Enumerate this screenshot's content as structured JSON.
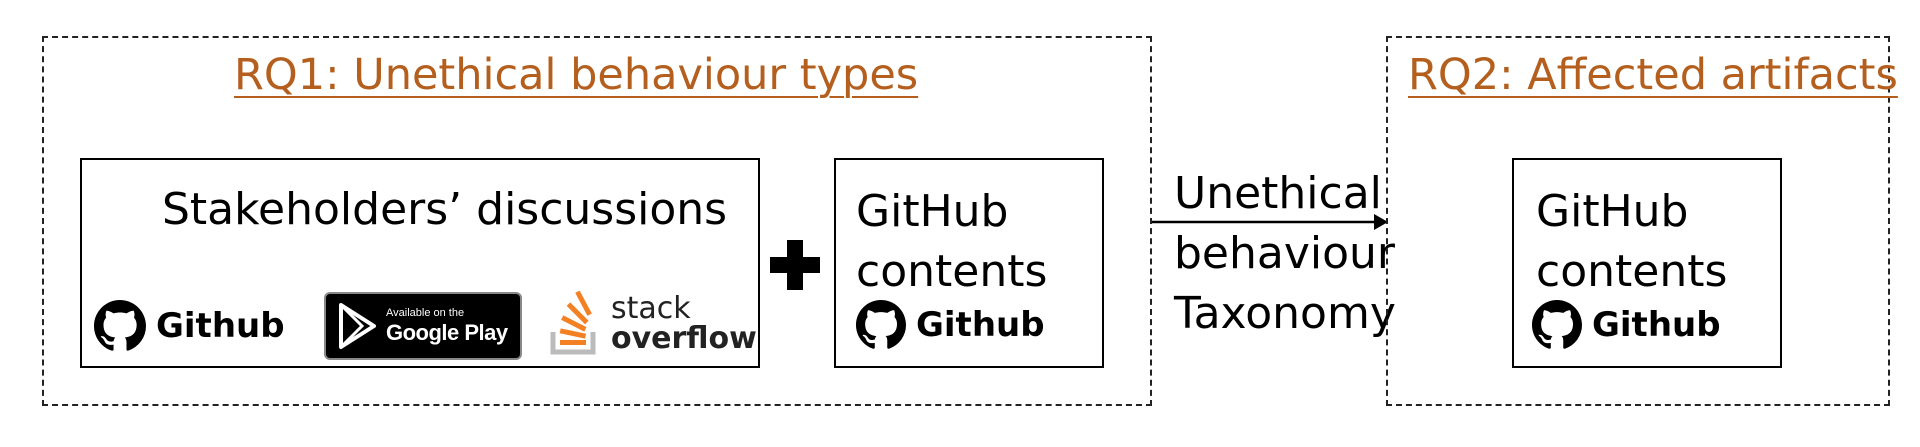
{
  "rq1": {
    "title": "RQ1: Unethical behaviour types",
    "discussions_title": "Stakeholders’ discussions",
    "github_label": "Github",
    "google_play_small": "Available on the",
    "google_play_big": "Google Play",
    "stack_line1": "stack",
    "stack_line2": "overflow",
    "plus": "+",
    "contents_line1": "GitHub",
    "contents_line2": "contents",
    "contents_github_label": "Github"
  },
  "arrow": {
    "line1": "Unethical",
    "line2": "behaviour",
    "line3": "Taxonomy"
  },
  "rq2": {
    "title": "RQ2: Affected artifacts",
    "contents_line1": "GitHub",
    "contents_line2": "contents",
    "github_label": "Github"
  },
  "colors": {
    "rq_title": "#b45f1e",
    "stack_orange": "#f48024",
    "stack_gray": "#bcbbbb"
  }
}
